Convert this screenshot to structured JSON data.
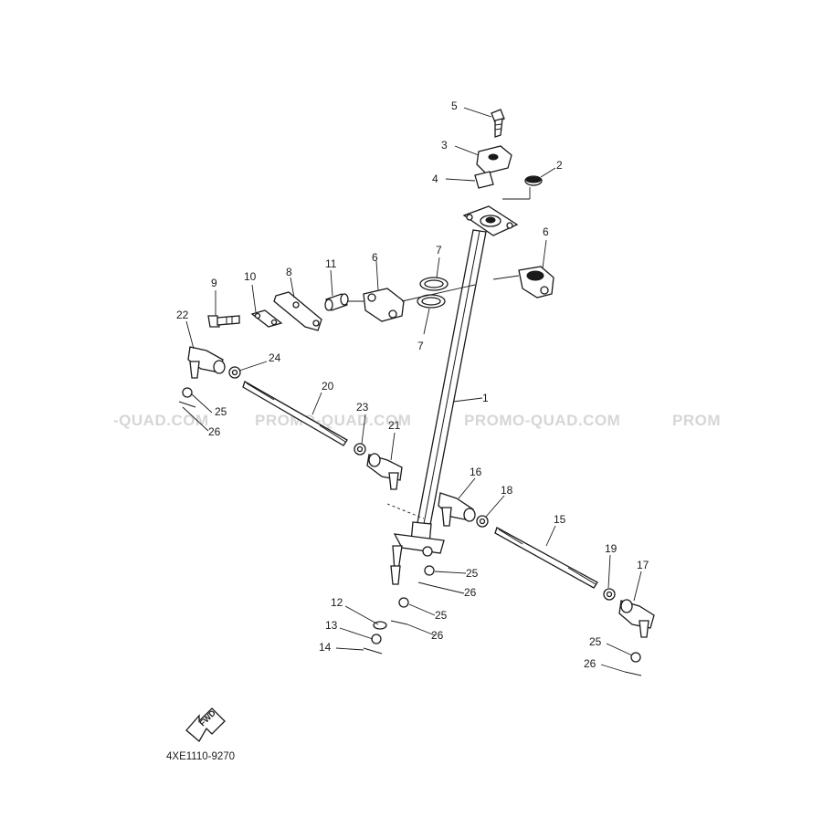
{
  "watermark": {
    "segments": [
      "-QUAD.COM",
      "PROMO-QUAD.COM",
      "PROMO-QUAD.COM",
      "PROM"
    ]
  },
  "part_numbers": {
    "p1": "1",
    "p2": "2",
    "p3": "3",
    "p4": "4",
    "p5": "5",
    "p6a": "6",
    "p6b": "6",
    "p7a": "7",
    "p7b": "7",
    "p8": "8",
    "p9": "9",
    "p10": "10",
    "p11": "11",
    "p12": "12",
    "p13": "13",
    "p14": "14",
    "p15": "15",
    "p16": "16",
    "p17": "17",
    "p18": "18",
    "p19": "19",
    "p20": "20",
    "p21": "21",
    "p22": "22",
    "p23": "23",
    "p24": "24",
    "p25a": "25",
    "p25b": "25",
    "p25c": "25",
    "p25d": "25",
    "p26a": "26",
    "p26b": "26",
    "p26c": "26",
    "p26d": "26"
  },
  "fwd_label": "FWD",
  "diagram_code": "4XE1110-9270"
}
